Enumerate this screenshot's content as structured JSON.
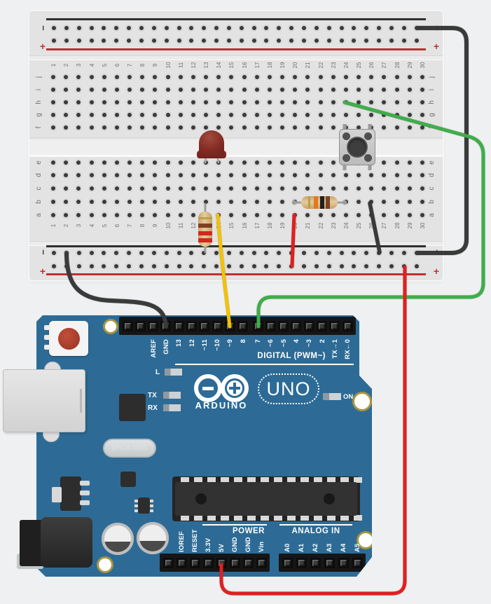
{
  "colors": {
    "board_blue": "#2d6b96",
    "wire_black": "#3a3a3a",
    "wire_green": "#3fae49",
    "wire_yellow": "#f2c200",
    "wire_red": "#e02020",
    "rail_red_line": "#c22f2e",
    "rail_black_line": "#2f2f2f",
    "led_body": "#832c24",
    "resistor_body": "#d9b88c"
  },
  "breadboard": {
    "rail_negative_label": "−",
    "rail_positive_label": "+",
    "row_letters_top": [
      "j",
      "i",
      "h",
      "g",
      "f"
    ],
    "row_letters_bottom": [
      "e",
      "d",
      "c",
      "b",
      "a"
    ],
    "column_numbers": [
      "1",
      "2",
      "3",
      "4",
      "5",
      "6",
      "7",
      "8",
      "9",
      "10",
      "11",
      "12",
      "13",
      "14",
      "15",
      "16",
      "17",
      "18",
      "19",
      "20",
      "21",
      "22",
      "23",
      "24",
      "25",
      "26",
      "27",
      "28",
      "29",
      "30"
    ]
  },
  "components": {
    "led": {
      "type": "LED",
      "color": "red",
      "location": "e13-e14"
    },
    "resistor_vertical": {
      "bands": [
        "gold",
        "brown",
        "red",
        "red"
      ],
      "location": "b13 to negative rail"
    },
    "resistor_horizontal": {
      "bands": [
        "gold",
        "orange",
        "black",
        "brown"
      ],
      "location": "b20-b24"
    },
    "pushbutton": {
      "type": "pushbutton",
      "location": "e24/e26-f24/f26"
    }
  },
  "wires": [
    {
      "id": "wire-black-bridge",
      "color": "#3a3a3a",
      "from": "top-negative-rail-30",
      "to": "bottom-negative-rail-30"
    },
    {
      "id": "wire-green-pin7",
      "color": "#3fae49",
      "from": "breadboard-h24",
      "to": "arduino-pin-7"
    },
    {
      "id": "wire-yellow-pin9",
      "color": "#f2c200",
      "from": "breadboard-a14",
      "to": "arduino-pin-9"
    },
    {
      "id": "wire-black-gnd",
      "color": "#3a3a3a",
      "from": "bottom-negative-rail-2",
      "to": "arduino-gnd"
    },
    {
      "id": "wire-red-rail",
      "color": "#e02020",
      "from": "breadboard-a20",
      "to": "bottom-positive-rail-20"
    },
    {
      "id": "wire-black-button",
      "color": "#3a3a3a",
      "from": "breadboard-b26",
      "to": "bottom-negative-rail-27"
    },
    {
      "id": "wire-red-5v",
      "color": "#e02020",
      "from": "arduino-5v",
      "to": "bottom-positive-rail-29"
    }
  ],
  "arduino": {
    "digital_caption": "DIGITAL (PWM~)",
    "digital_pin_labels_left": [
      "AREF",
      "GND",
      "13",
      "12",
      "~11",
      "~10",
      "~9",
      "8"
    ],
    "digital_pin_labels_right": [
      "7",
      "~6",
      "~5",
      "4",
      "~3",
      "2",
      "TX→1",
      "RX←0"
    ],
    "brand": "ARDUINO",
    "model": "UNO",
    "led_l_label": "L",
    "led_tx_label": "TX",
    "led_rx_label": "RX",
    "led_on_label": "ON",
    "power_caption": "POWER",
    "power_pin_labels": [
      "IOREF",
      "RESET",
      "3.3V",
      "5V",
      "GND",
      "GND",
      "Vin"
    ],
    "analog_caption": "ANALOG IN",
    "analog_pin_labels": [
      "A0",
      "A1",
      "A2",
      "A3",
      "A4",
      "A5"
    ],
    "crystal_label": "SPK16.000G"
  }
}
